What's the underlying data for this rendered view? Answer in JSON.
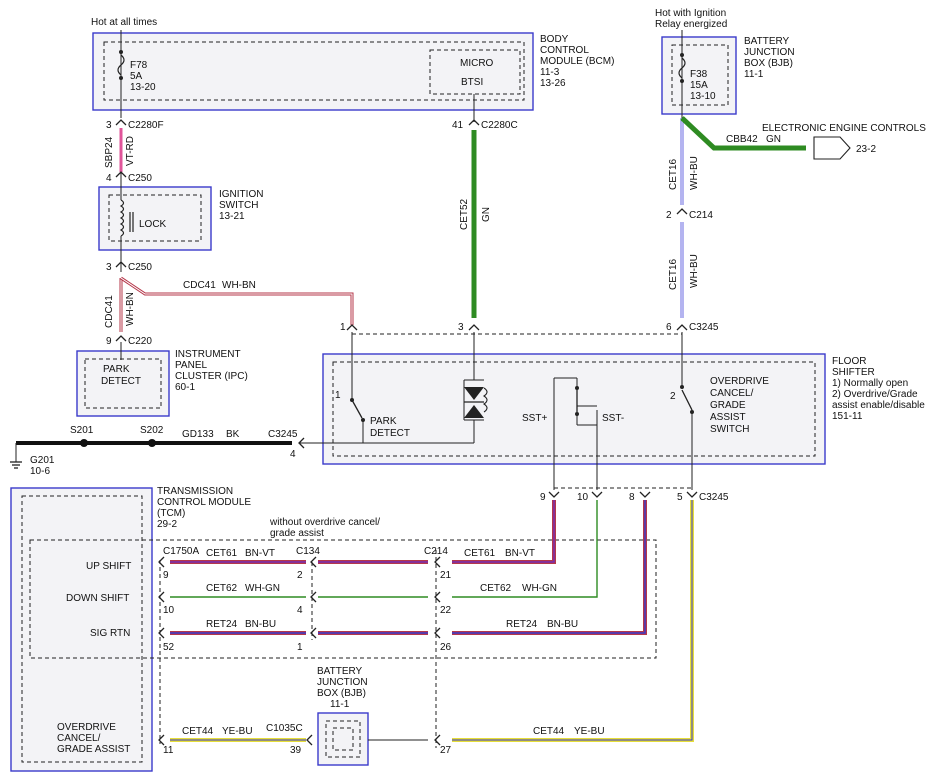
{
  "power": {
    "hot_at_all_times": "Hot at all times",
    "hot_ign_1": "Hot with Ignition",
    "hot_ign_2": "Relay energized"
  },
  "bcm": {
    "name_1": "BODY",
    "name_2": "CONTROL",
    "name_3": "MODULE (BCM)",
    "ref_1": "11-3",
    "ref_2": "13-26",
    "fuse_name": "F78",
    "fuse_amp": "5A",
    "fuse_ref": "13-20",
    "micro": "MICRO",
    "btsi": "BTSI"
  },
  "bjb_top": {
    "name_1": "BATTERY",
    "name_2": "JUNCTION",
    "name_3": "BOX (BJB)",
    "ref": "11-1",
    "fuse_name": "F38",
    "fuse_amp": "15A",
    "fuse_ref": "13-10"
  },
  "eec": {
    "label": "ELECTRONIC ENGINE CONTROLS",
    "ref": "23-2",
    "circuit": "CBB42",
    "color": "GN"
  },
  "ignition": {
    "name_1": "IGNITION",
    "name_2": "SWITCH",
    "ref": "13-21",
    "lock": "LOCK",
    "pin_top": "4",
    "conn_top": "C250",
    "pin_bottom": "3",
    "conn_bottom": "C250"
  },
  "ipc": {
    "name_1": "INSTRUMENT",
    "name_2": "PANEL",
    "name_3": "CLUSTER (IPC)",
    "ref": "60-1",
    "label_1": "PARK",
    "label_2": "DETECT",
    "pin": "9",
    "conn": "C220"
  },
  "floor_shifter": {
    "name_1": "FLOOR",
    "name_2": "SHIFTER",
    "note_1": "1) Normally open",
    "note_2": "2) Overdrive/Grade",
    "note_3": "assist enable/disable",
    "ref": "151-11",
    "park_1": "PARK",
    "park_2": "DETECT",
    "sst_plus": "SST+",
    "sst_minus": "SST-",
    "od_1": "OVERDRIVE",
    "od_2": "CANCEL/",
    "od_3": "GRADE",
    "od_4": "ASSIST",
    "od_5": "SWITCH",
    "note_num_1": "1",
    "note_num_2": "2",
    "pin_1": "1",
    "pin_3": "3",
    "pin_6": "6",
    "conn_top": "C3245",
    "pin_4": "4",
    "conn_left": "C3245",
    "pin_9": "9",
    "pin_10": "10",
    "pin_8": "8",
    "pin_5": "5",
    "conn_bottom": "C3245"
  },
  "tcm": {
    "name_1": "TRANSMISSION",
    "name_2": "CONTROL MODULE",
    "name_3": "(TCM)",
    "ref": "29-2",
    "up_shift": "UP SHIFT",
    "down_shift": "DOWN SHIFT",
    "sig_rtn": "SIG RTN",
    "od_1": "OVERDRIVE",
    "od_2": "CANCEL/",
    "od_3": "GRADE ASSIST",
    "conn": "C1750A",
    "pin_9": "9",
    "pin_10": "10",
    "pin_52": "52",
    "pin_11": "11"
  },
  "note_without_1": "without overdrive cancel/",
  "note_without_2": "grade assist",
  "bjb_bottom": {
    "name_1": "BATTERY",
    "name_2": "JUNCTION",
    "name_3": "BOX (BJB)",
    "ref": "11-1",
    "conn": "C1035C",
    "pin": "39"
  },
  "ground": {
    "s201": "S201",
    "s202": "S202",
    "g201": "G201",
    "g_ref": "10-6",
    "circuit": "GD133",
    "color": "BK"
  },
  "connectors": {
    "c2280f": "C2280F",
    "pin_c2280f": "3",
    "c2280c": "C2280C",
    "pin_c2280c": "41",
    "c214": "C214",
    "pin_c214": "2",
    "c134": "C134",
    "c134_p2": "2",
    "c134_p4": "4",
    "c134_p1": "1",
    "c214b": "C214",
    "c214b_p21": "21",
    "c214b_p22": "22",
    "c214b_p26": "26",
    "c214b_p27": "27"
  },
  "wires": {
    "sbp24": "SBP24",
    "sbp24_color": "VT-RD",
    "cet52": "CET52",
    "cet52_color": "GN",
    "cet16": "CET16",
    "cet16_color": "WH-BU",
    "cdc41": "CDC41",
    "cdc41_color": "WH-BN",
    "cet61": "CET61",
    "cet61_color": "BN-VT",
    "cet62": "CET62",
    "cet62_color": "WH-GN",
    "ret24": "RET24",
    "ret24_color": "BN-BU",
    "cet44": "CET44",
    "cet44_color": "YE-BU"
  },
  "colors": {
    "box_border": "#3a3acb",
    "green": "#2e8b22",
    "pink": "#e0559a",
    "violet": "#6a2cc7",
    "brown_red": "#b5374a",
    "yellow": "#e6de3a"
  }
}
